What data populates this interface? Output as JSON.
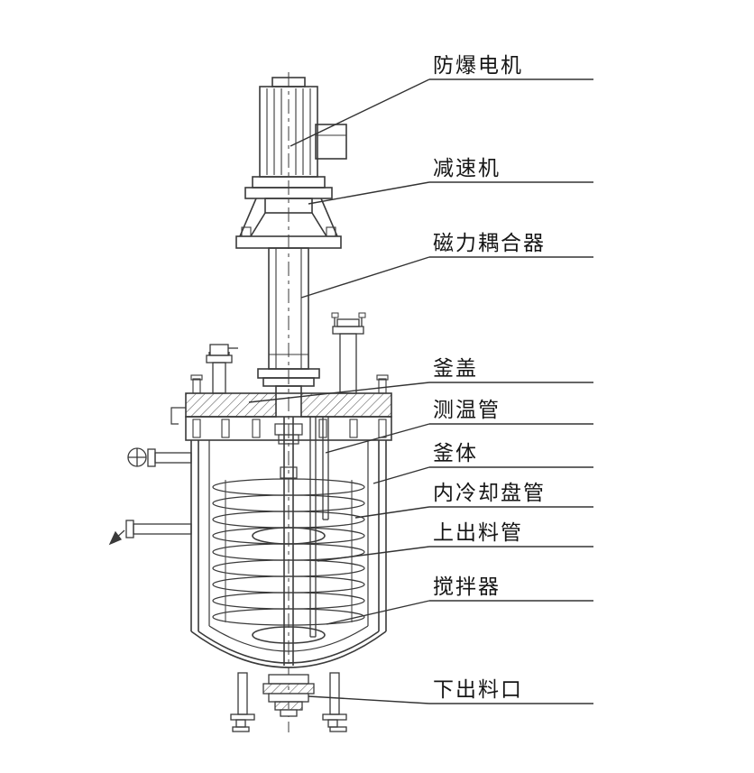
{
  "figure": {
    "background": "#ffffff",
    "line_color": "#3a3a3a",
    "label_color": "#161616",
    "labels": [
      {
        "id": "motor",
        "text": "防爆电机"
      },
      {
        "id": "reducer",
        "text": "减速机"
      },
      {
        "id": "magnetic-coupler",
        "text": "磁力耦合器"
      },
      {
        "id": "kettle-lid",
        "text": "釜盖"
      },
      {
        "id": "thermowell",
        "text": "测温管"
      },
      {
        "id": "kettle-body",
        "text": "釜体"
      },
      {
        "id": "cooling-coil",
        "text": "内冷却盘管"
      },
      {
        "id": "upper-discharge-pipe",
        "text": "上出料管"
      },
      {
        "id": "agitator",
        "text": "搅拌器"
      },
      {
        "id": "lower-discharge-port",
        "text": "下出料口"
      }
    ]
  }
}
